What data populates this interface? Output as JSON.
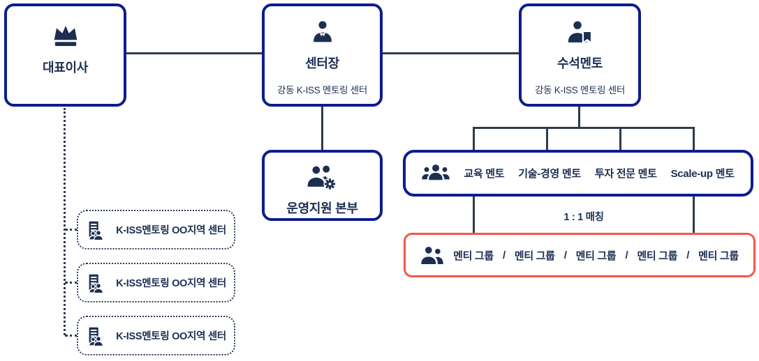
{
  "colors": {
    "box_border_navy": "#0d1c8f",
    "text_dark_navy": "#1c2f51",
    "connector_line": "#2e3a4e",
    "mentee_box_red": "#f5564a",
    "background": "#ffffff"
  },
  "ceo": {
    "title": "대표이사"
  },
  "center_head": {
    "title": "센터장",
    "subtitle": "강동 K-ISS 멘토링 센터"
  },
  "chief_mentor": {
    "title": "수석멘토",
    "subtitle": "강동 K-ISS 멘토링 센터"
  },
  "ops": {
    "title": "운영지원 본부"
  },
  "mentors": {
    "items": [
      "교육 멘토",
      "기술-경영 멘토",
      "투자 전문 멘토",
      "Scale-up 멘토"
    ]
  },
  "matching": {
    "label": "1 : 1 매칭"
  },
  "mentees": {
    "items": [
      "멘티 그룹",
      "멘티 그룹",
      "멘티 그룹",
      "멘티 그룹",
      "멘티 그룹"
    ],
    "separator": "/"
  },
  "regional_centers": [
    {
      "label": "K-ISS멘토링 OO지역 센터"
    },
    {
      "label": "K-ISS멘토링 OO지역 센터"
    },
    {
      "label": "K-ISS멘토링 OO지역 센터"
    }
  ],
  "icons": {
    "ceo": "crown-icon",
    "center_head": "person-tie-icon",
    "chief_mentor": "person-badge-icon",
    "ops": "people-gear-icon",
    "mentors": "people-group-icon",
    "mentees": "two-people-icon",
    "regional_center": "building-people-icon"
  }
}
